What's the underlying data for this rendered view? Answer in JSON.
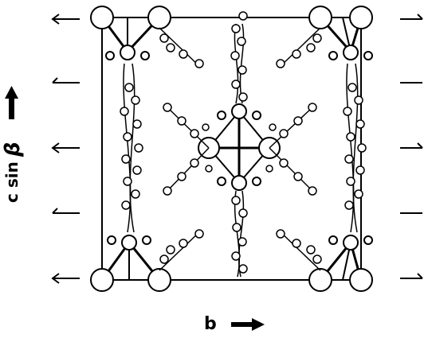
{
  "figure": {
    "axis_vertical_prefix": "c sin",
    "axis_vertical_symbol": "β",
    "axis_horizontal_label": "b"
  },
  "colors": {
    "ink": "#000000",
    "atom_fill": "#ffffff",
    "bond_dark": "#222222"
  },
  "icons": {
    "vertical_axis_arrow": "thick-up-arrow",
    "horizontal_axis_arrow": "thick-right-arrow",
    "left_edge_arrows": "thin-left-arrows",
    "right_edge_arrows": "thin-right-arrows"
  }
}
